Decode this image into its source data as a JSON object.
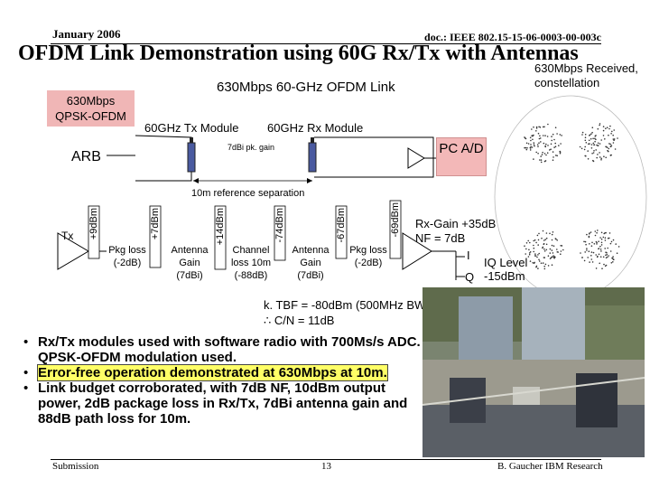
{
  "header": {
    "date": "January 2006",
    "doc": "doc.: IEEE 802.15-15-06-0003-00-003c"
  },
  "title": "OFDM Link Demonstration using 60G Rx/Tx with Antennas",
  "constellation_note": "630Mbps Received, constellation",
  "subtitle": "630Mbps 60-GHz OFDM Link",
  "qpsk_box": "630Mbps QPSK-OFDM",
  "tx_module_label": "60GHz Tx Module",
  "rx_module_label": "60GHz Rx Module",
  "arb_label": "ARB",
  "antenna_gain_label": "7dBi pk. gain",
  "pc_label": "PC A/D",
  "separation_label": "10m reference separation",
  "budget": {
    "tx_label": "Tx",
    "levels": [
      "+9dBm",
      "+7dBm",
      "+14dBm",
      "-74dBm",
      "-67dBm",
      "-69dBm"
    ],
    "pkg_loss_tx": "Pkg loss (-2dB)",
    "antenna_gain_tx": "Antenna Gain (7dBi)",
    "channel_loss": "Channel loss 10m (-88dB)",
    "antenna_gain_rx": "Antenna Gain (7dBi)",
    "pkg_loss_rx": "Pkg loss (-2dB)",
    "rx_gain": "Rx-Gain +35dB",
    "nf": "NF = 7dB",
    "i_label": "I",
    "q_label": "Q",
    "iq_level": "IQ Level -15dBm",
    "ktbf": "k. TBF = -80dBm (500MHz BW)",
    "cn": "∴ C/N = 11dB"
  },
  "bullets": [
    {
      "pre": "Rx/Tx modules used with software radio with 700Ms/s ADC. QPSK-OFDM modulation used.",
      "hl": ""
    },
    {
      "pre": "",
      "hl": "Error-free operation demonstrated at 630Mbps at 10m."
    },
    {
      "pre": "Link budget corroborated, with 7dB NF, 10dBm output power, 2dB package loss in Rx/Tx, 7dBi antenna gain and 88dB path loss for 10m.",
      "hl": ""
    }
  ],
  "footer": {
    "left": "Submission",
    "center": "13",
    "right": "B. Gaucher IBM Research"
  },
  "colors": {
    "box_fill": "#f0b6b6",
    "highlight": "#ffff66",
    "antenna": "#4a5aa0"
  }
}
